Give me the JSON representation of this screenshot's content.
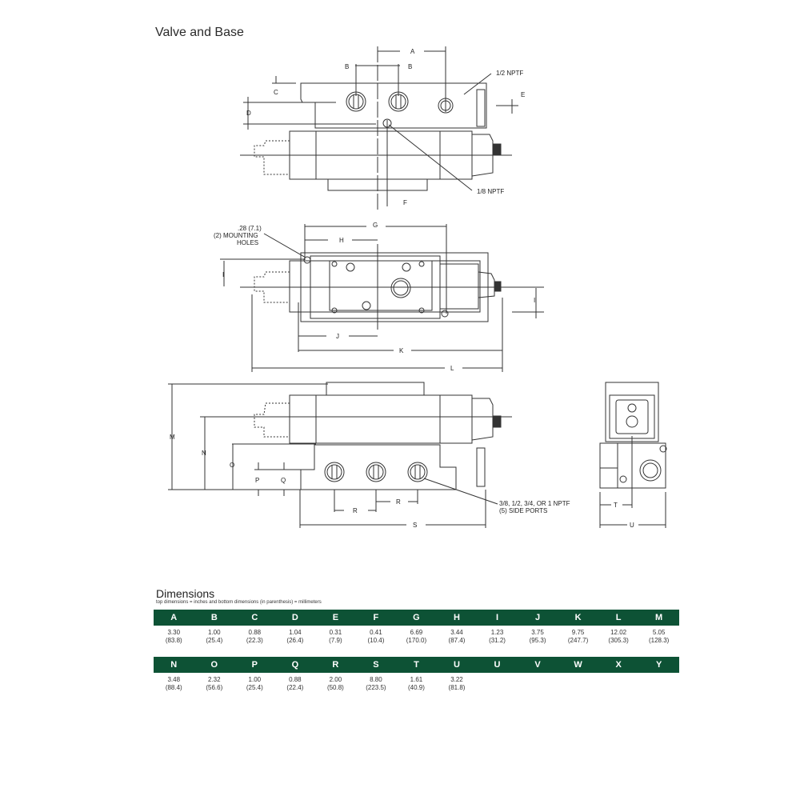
{
  "page": {
    "title": "Valve and Base"
  },
  "drawing": {
    "callouts": {
      "half_nptf": "1/2 NPTF",
      "eighth_nptf": "1/8 NPTF",
      "mounting_holes_line1": ".28 (7.1)",
      "mounting_holes_line2": "(2) MOUNTING",
      "mounting_holes_line3": "HOLES",
      "side_ports_line1": "3/8, 1/2, 3/4, OR 1 NPTF",
      "side_ports_line2": "(5) SIDE PORTS"
    },
    "labels": {
      "A": "A",
      "B": "B",
      "C": "C",
      "D": "D",
      "E": "E",
      "F": "F",
      "G": "G",
      "H": "H",
      "I": "I",
      "J": "J",
      "K": "K",
      "L": "L",
      "M": "M",
      "N": "N",
      "O": "O",
      "P": "P",
      "Q": "Q",
      "R": "R",
      "S": "S",
      "T": "T",
      "U": "U"
    }
  },
  "dimensions": {
    "title": "Dimensions",
    "note": "top dimensions = inches and bottom dimensions (in parenthesis) = millimeters",
    "header_color": "#0d5235",
    "rows": [
      {
        "headers": [
          "A",
          "B",
          "C",
          "D",
          "E",
          "F",
          "G",
          "H",
          "I",
          "J",
          "K",
          "L",
          "M"
        ],
        "inches": [
          "3.30",
          "1.00",
          "0.88",
          "1.04",
          "0.31",
          "0.41",
          "6.69",
          "3.44",
          "1.23",
          "3.75",
          "9.75",
          "12.02",
          "5.05"
        ],
        "mm": [
          "(83.8)",
          "(25.4)",
          "(22.3)",
          "(26.4)",
          "(7.9)",
          "(10.4)",
          "(170.0)",
          "(87.4)",
          "(31.2)",
          "(95.3)",
          "(247.7)",
          "(305.3)",
          "(128.3)"
        ]
      },
      {
        "headers": [
          "N",
          "O",
          "P",
          "Q",
          "R",
          "S",
          "T",
          "U",
          "U",
          "V",
          "W",
          "X",
          "Y"
        ],
        "inches": [
          "3.48",
          "2.32",
          "1.00",
          "0.88",
          "2.00",
          "8.80",
          "1.61",
          "3.22",
          "",
          "",
          "",
          "",
          ""
        ],
        "mm": [
          "(88.4)",
          "(56.6)",
          "(25.4)",
          "(22.4)",
          "(50.8)",
          "(223.5)",
          "(40.9)",
          "(81.8)",
          "",
          "",
          "",
          "",
          ""
        ]
      }
    ]
  }
}
